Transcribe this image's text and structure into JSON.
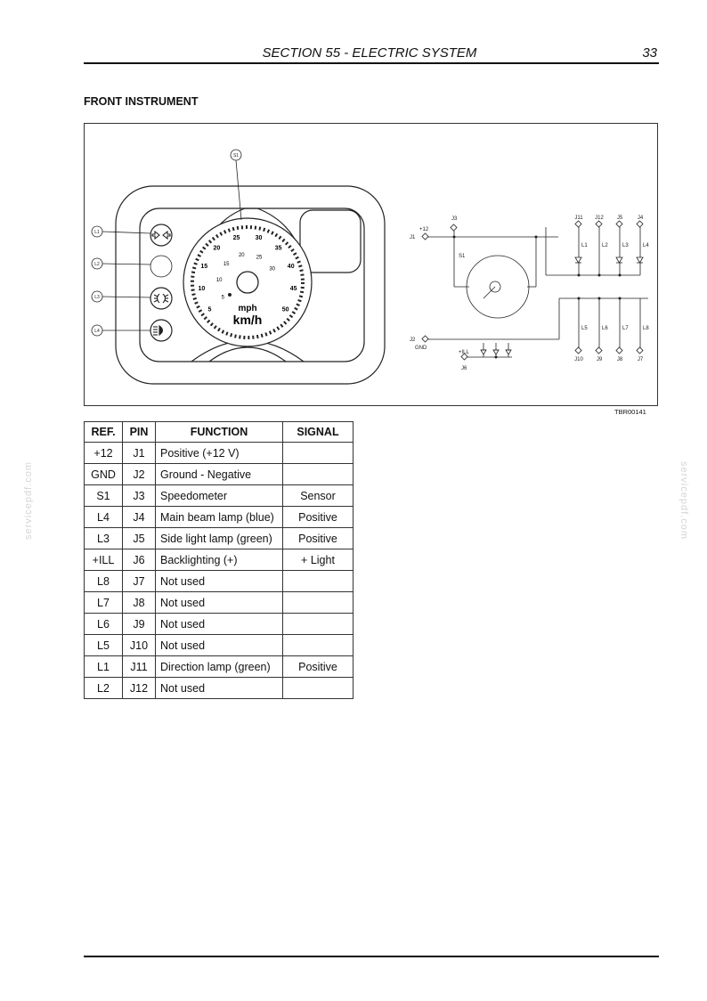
{
  "header": {
    "title": "SECTION 55 - ELECTRIC SYSTEM",
    "page_number": "33"
  },
  "heading": "FRONT INSTRUMENT",
  "figure": {
    "code": "TBR00141",
    "callouts": {
      "s1": "S1",
      "l1": "L1",
      "l2": "L2",
      "l3": "L3",
      "l4": "L4"
    },
    "gauge": {
      "unit_mph": "mph",
      "unit_kmh": "km/h",
      "scale_outer": [
        "5",
        "10",
        "15",
        "20",
        "25",
        "30",
        "35",
        "40",
        "45",
        "50"
      ],
      "scale_inner": [
        "5",
        "10",
        "15",
        "20",
        "25",
        "30"
      ]
    },
    "schematic": {
      "plus12": "+12",
      "j1": "J1",
      "j3": "J3",
      "s1": "S1",
      "j2": "J2",
      "gnd": "GND",
      "ill": "+ILL",
      "j6": "J6",
      "top_pins": [
        "J11",
        "J12",
        "J5",
        "J4"
      ],
      "top_lamps": [
        "L1",
        "L2",
        "L3",
        "L4"
      ],
      "bottom_lamps": [
        "L5",
        "L6",
        "L7",
        "L8"
      ],
      "bottom_pins": [
        "J10",
        "J9",
        "J8",
        "J7"
      ]
    }
  },
  "table": {
    "headers": {
      "ref": "REF.",
      "pin": "PIN",
      "function": "FUNCTION",
      "signal": "SIGNAL"
    },
    "rows": [
      {
        "ref": "+12",
        "pin": "J1",
        "function": "Positive (+12 V)",
        "signal": ""
      },
      {
        "ref": "GND",
        "pin": "J2",
        "function": "Ground - Negative",
        "signal": ""
      },
      {
        "ref": "S1",
        "pin": "J3",
        "function": "Speedometer",
        "signal": "Sensor"
      },
      {
        "ref": "L4",
        "pin": "J4",
        "function": "Main beam lamp (blue)",
        "signal": "Positive"
      },
      {
        "ref": "L3",
        "pin": "J5",
        "function": "Side light lamp (green)",
        "signal": "Positive"
      },
      {
        "ref": "+ILL",
        "pin": "J6",
        "function": "Backlighting (+)",
        "signal": "+ Light"
      },
      {
        "ref": "L8",
        "pin": "J7",
        "function": "Not used",
        "signal": ""
      },
      {
        "ref": "L7",
        "pin": "J8",
        "function": "Not used",
        "signal": ""
      },
      {
        "ref": "L6",
        "pin": "J9",
        "function": "Not used",
        "signal": ""
      },
      {
        "ref": "L5",
        "pin": "J10",
        "function": "Not used",
        "signal": ""
      },
      {
        "ref": "L1",
        "pin": "J11",
        "function": "Direction lamp (green)",
        "signal": "Positive"
      },
      {
        "ref": "L2",
        "pin": "J12",
        "function": "Not used",
        "signal": ""
      }
    ]
  },
  "watermark": "servicepdf.com"
}
